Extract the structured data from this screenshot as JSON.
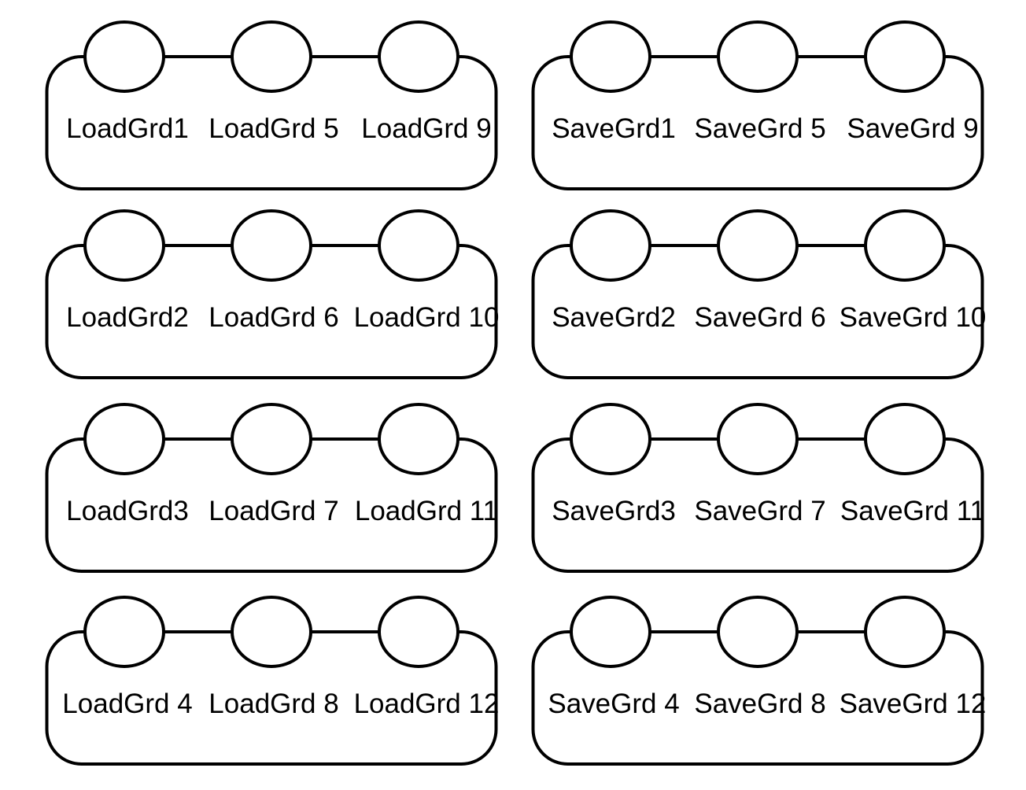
{
  "load_panels": [
    {
      "labels": [
        "LoadGrd1",
        "LoadGrd 5",
        "LoadGrd 9"
      ]
    },
    {
      "labels": [
        "LoadGrd2",
        "LoadGrd 6",
        "LoadGrd 10"
      ]
    },
    {
      "labels": [
        "LoadGrd3",
        "LoadGrd 7",
        "LoadGrd 11"
      ]
    },
    {
      "labels": [
        "LoadGrd 4",
        "LoadGrd 8",
        "LoadGrd 12"
      ]
    }
  ],
  "save_panels": [
    {
      "labels": [
        "SaveGrd1",
        "SaveGrd 5",
        "SaveGrd 9"
      ]
    },
    {
      "labels": [
        "SaveGrd2",
        "SaveGrd 6",
        "SaveGrd 10"
      ]
    },
    {
      "labels": [
        "SaveGrd3",
        "SaveGrd 7",
        "SaveGrd 11"
      ]
    },
    {
      "labels": [
        "SaveGrd 4",
        "SaveGrd 8",
        "SaveGrd 12"
      ]
    }
  ],
  "colors": {
    "stroke": "#000000",
    "background": "#ffffff"
  }
}
